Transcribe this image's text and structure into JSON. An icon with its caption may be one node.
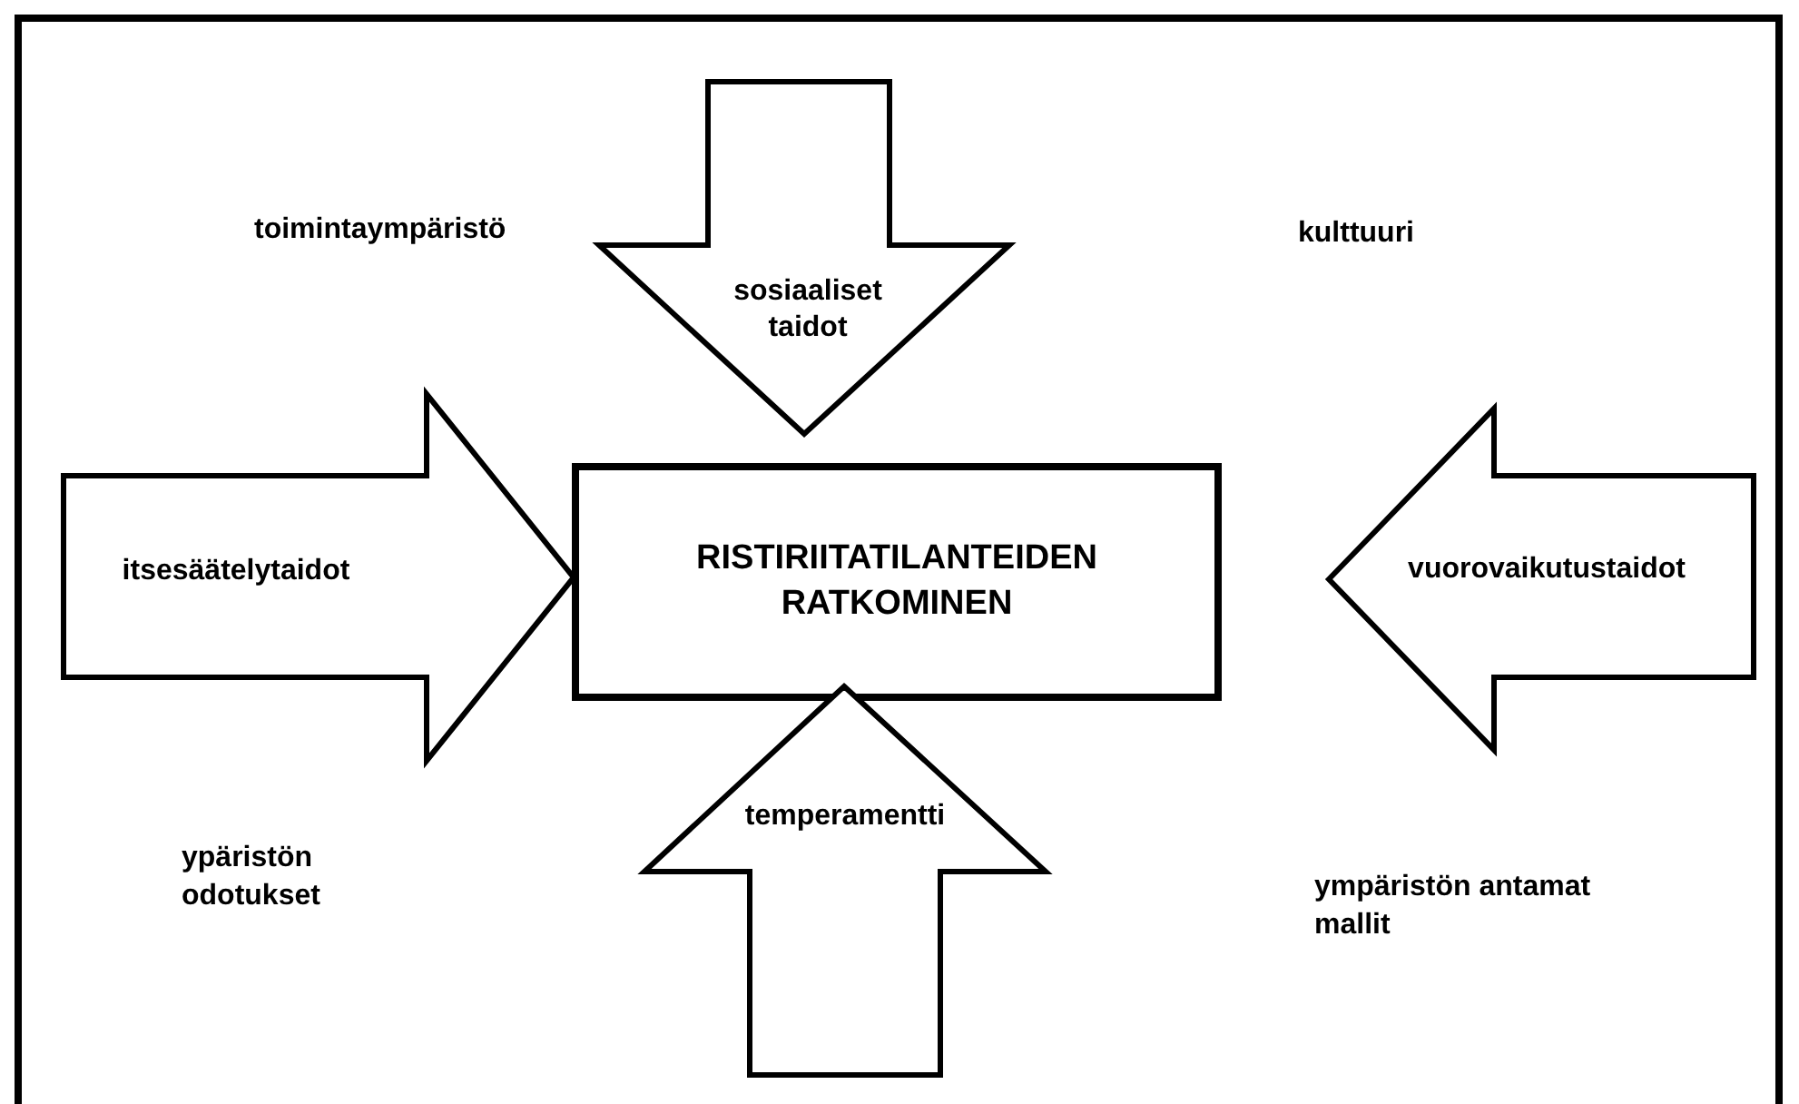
{
  "diagram": {
    "nodes": [
      {
        "text": [
          "sosiaaliset taidot"
        ]
      },
      {
        "text": [
          "itsesäätelytaidot"
        ]
      },
      {
        "text": [
          "RISTIRIITATILANTEIDEN RATKOMINEN"
        ]
      },
      {
        "text": [
          "vuorovaikutustaidot"
        ]
      },
      {
        "text": [
          "temperamentti"
        ]
      }
    ],
    "labels": [
      "toimintaympäristö",
      "kulttuuri",
      "ypäristön odotukset",
      "ympäristön antamat mallit"
    ]
  }
}
